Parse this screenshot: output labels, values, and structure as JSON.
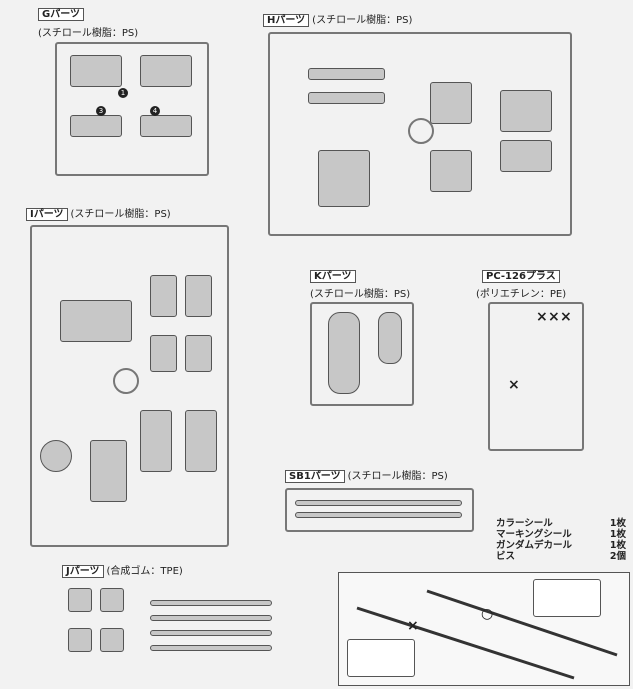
{
  "sections": {
    "g": {
      "tag": "Gパーツ",
      "material": "(スチロール樹脂：PS)"
    },
    "h": {
      "tag": "Hパーツ",
      "material": "(スチロール樹脂：PS)"
    },
    "i": {
      "tag": "Iパーツ",
      "material": "(スチロール樹脂：PS)"
    },
    "k": {
      "tag": "Kパーツ",
      "material": "(スチロール樹脂：PS)"
    },
    "pc": {
      "tag": "PC-126プラス",
      "material": "(ポリエチレン：PE)"
    },
    "sb": {
      "tag": "SB1パーツ",
      "material": "(スチロール樹脂：PS)"
    },
    "j": {
      "tag": "Jパーツ",
      "material": "(合成ゴム：TPE)"
    }
  },
  "accessories": [
    {
      "name": "カラーシール",
      "qty": "1枚"
    },
    {
      "name": "マーキングシール",
      "qty": "1枚"
    },
    {
      "name": "ガンダムデカール",
      "qty": "1枚"
    },
    {
      "name": "ビス",
      "qty": "2個"
    }
  ],
  "symbols": {
    "ng": "×",
    "ok": "○"
  }
}
